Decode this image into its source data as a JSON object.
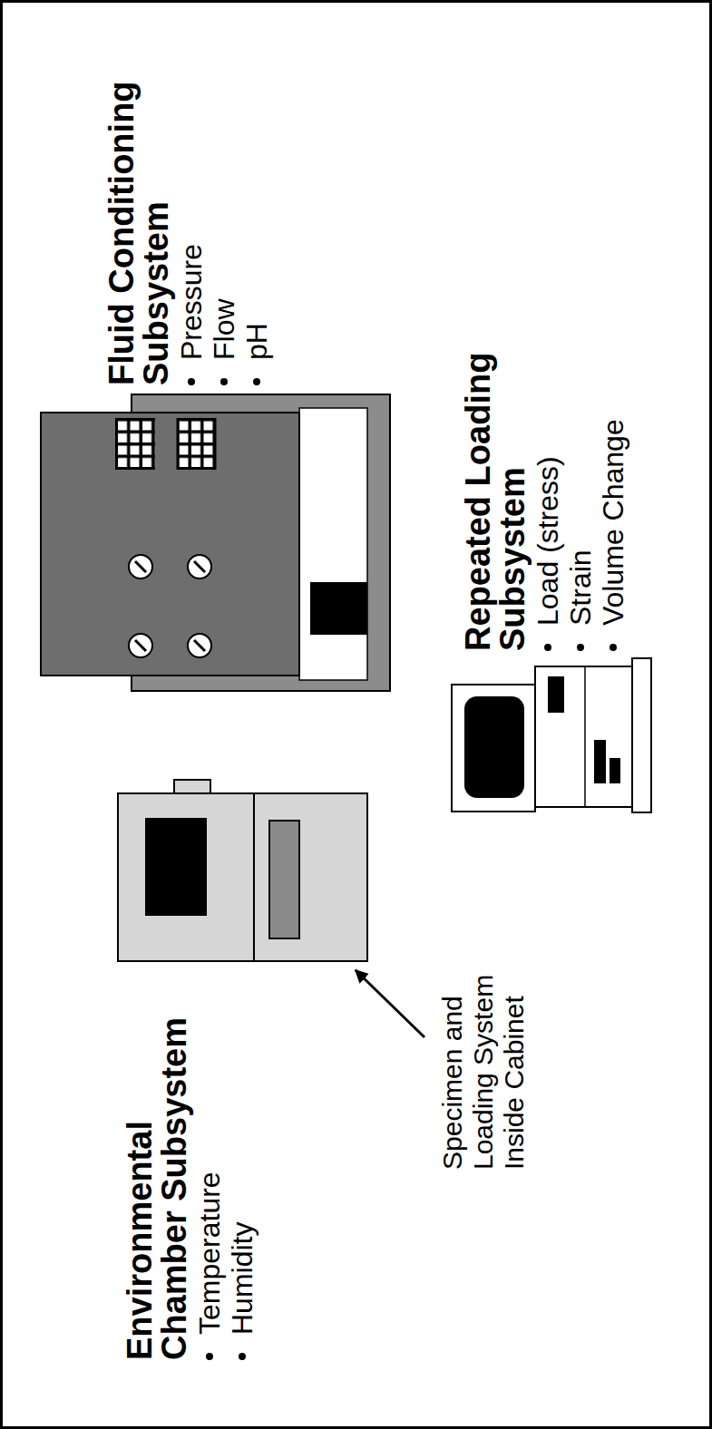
{
  "diagram": {
    "nodes": [
      {
        "text": [
          "Environmental Chamber Subsystem",
          "Temperature",
          "Humidity"
        ]
      },
      {
        "text": [
          "Fluid Conditioning Subsystem",
          "Pressure",
          "Flow",
          "pH"
        ]
      },
      {
        "text": [
          "Repeated Loading Subsystem",
          "Load (stress)",
          "Strain",
          "Volume Change"
        ]
      }
    ],
    "edges": [
      {
        "from": 0,
        "to": 1,
        "arrow": "both"
      },
      {
        "from": 0,
        "to": 2,
        "arrow": "both"
      }
    ],
    "labels": [
      "Specimen and Loading System Inside Cabinet"
    ]
  }
}
